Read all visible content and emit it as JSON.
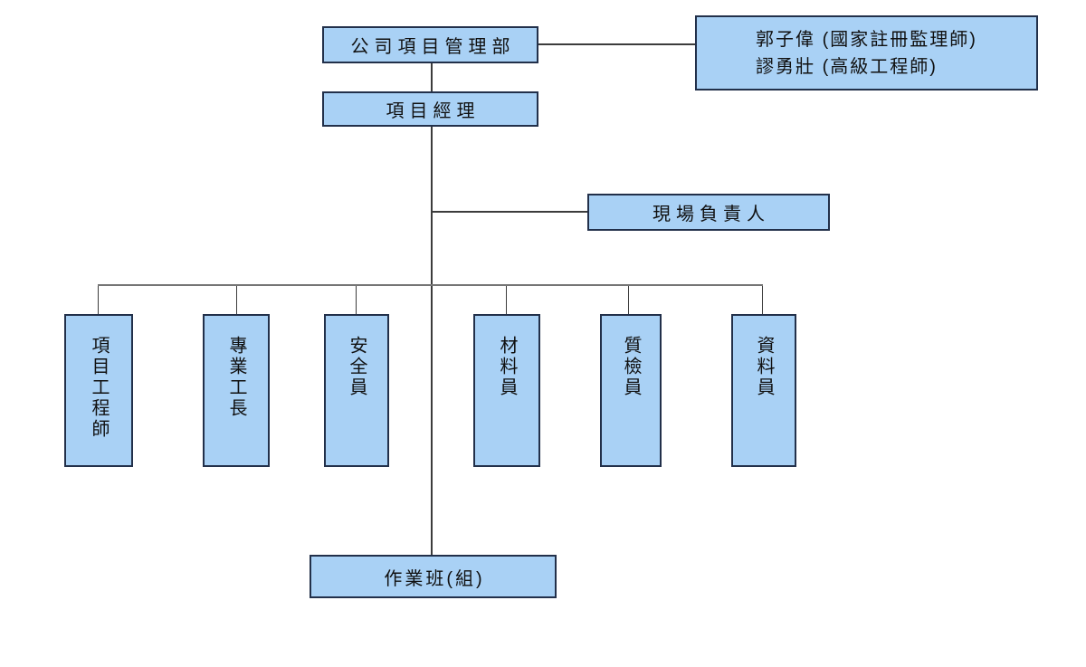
{
  "org_chart": {
    "dept": "公司項目管理部",
    "advisors_line1": "郭子偉 (國家註冊監理師)",
    "advisors_line2": "謬勇壯 (高級工程師)",
    "manager": "項目經理",
    "site_lead": "現場負責人",
    "staff": [
      {
        "label": "項目工程師"
      },
      {
        "label": "專業工長"
      },
      {
        "label": "安全員"
      },
      {
        "label": "材料員"
      },
      {
        "label": "質檢員"
      },
      {
        "label": "資料員"
      }
    ],
    "crew": "作業班(組)",
    "edges": [
      [
        "dept",
        "advisors"
      ],
      [
        "dept",
        "manager"
      ],
      [
        "manager",
        "site_lead"
      ],
      [
        "manager",
        "staff.0"
      ],
      [
        "manager",
        "staff.1"
      ],
      [
        "manager",
        "staff.2"
      ],
      [
        "manager",
        "staff.3"
      ],
      [
        "manager",
        "staff.4"
      ],
      [
        "manager",
        "staff.5"
      ],
      [
        "manager",
        "crew"
      ]
    ]
  },
  "colors": {
    "background": "#FFFFFF",
    "box_fill": "#A9D1F5",
    "box_border": "#22304A",
    "connector": "#3C3C3C",
    "distribution_line": "#757575",
    "text": "#101010"
  }
}
